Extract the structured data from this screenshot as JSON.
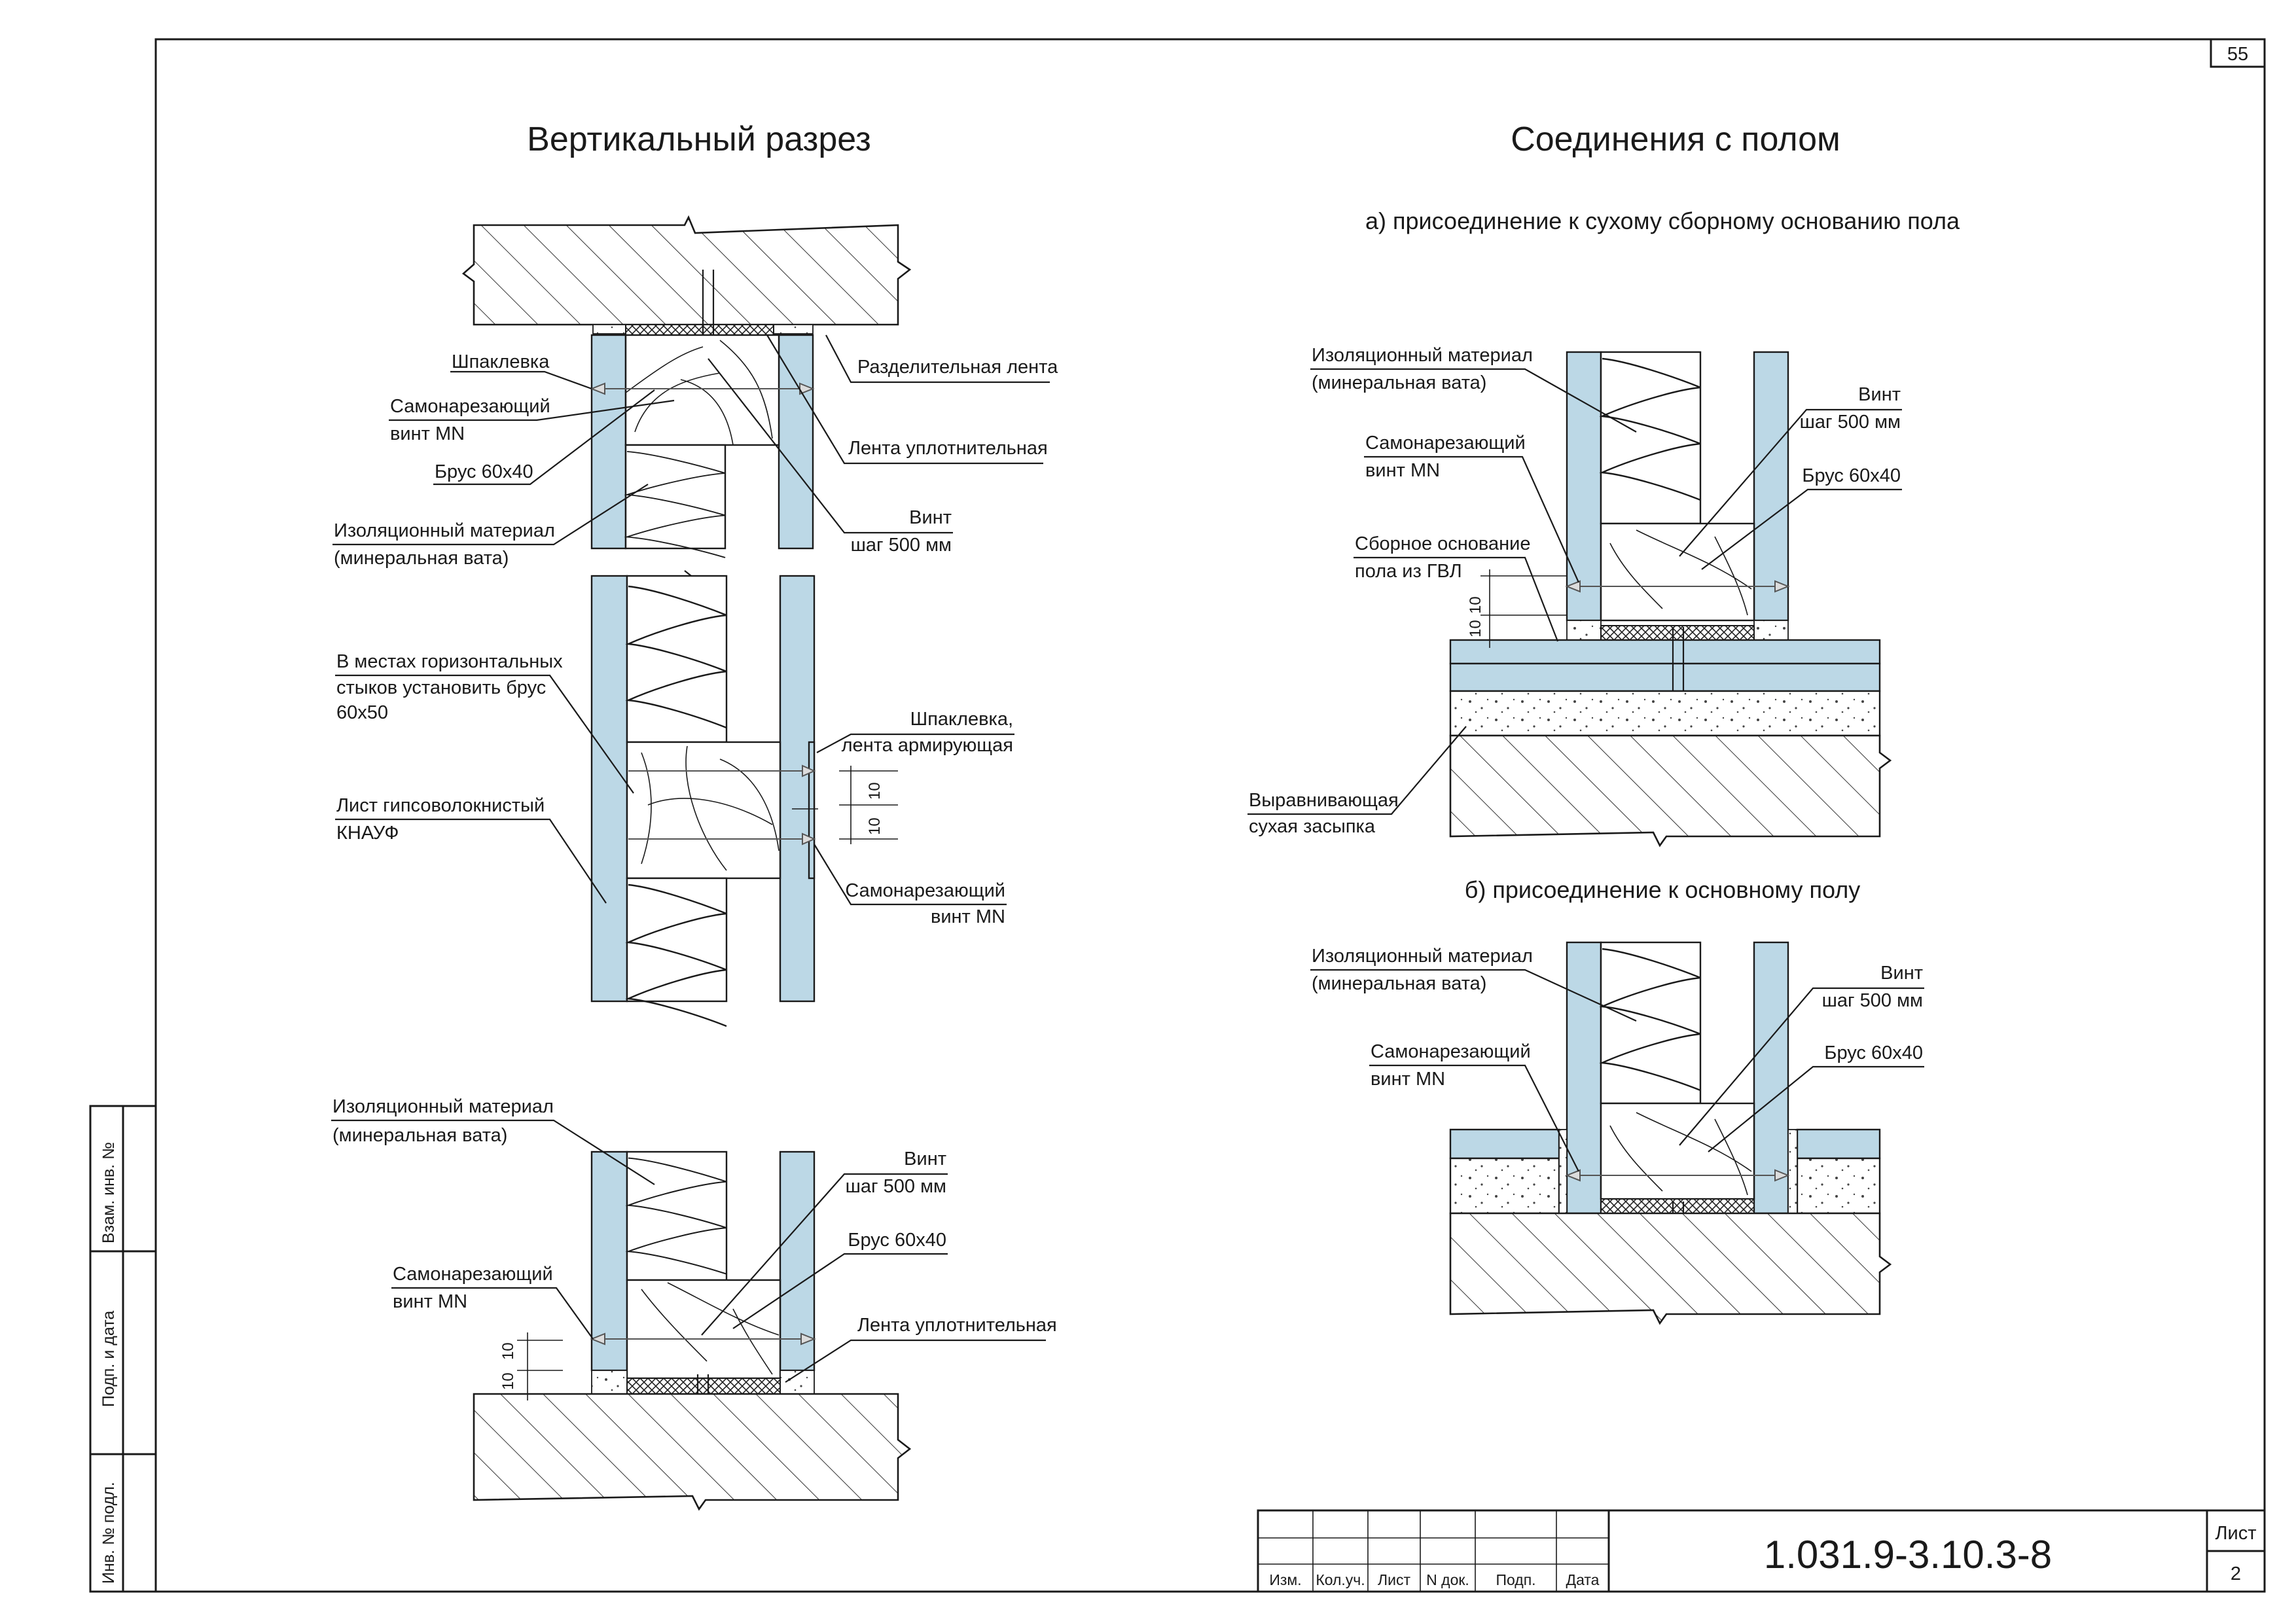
{
  "sheet": {
    "page_number": "55",
    "code": "1.031.9-3.10.3-8",
    "list_label": "Лист",
    "list_number": "2"
  },
  "side_stamp": [
    "Инв. № подл.",
    "Подп. и дата",
    "Взам. инв. №"
  ],
  "title_block": [
    "Изм.",
    "Кол.уч.",
    "Лист",
    "N док.",
    "Подп.",
    "Дата"
  ],
  "left": {
    "title": "Вертикальный разрез",
    "top_labels": {
      "putty": "Шпаклевка",
      "screw_1": "Самонарезающий",
      "screw_2": "винт MN",
      "bar": "Брус 60х40",
      "insul_1": "Изоляционный материал",
      "insul_2": "(минеральная вата)",
      "sep_tape": "Разделительная лента",
      "seal_tape": "Лента уплотнительная",
      "vint_1": "Винт",
      "vint_2": "шаг 500 мм"
    },
    "mid_labels": {
      "joint_1": "В местах горизонтальных",
      "joint_2": "стыков установить брус",
      "joint_3": "60х50",
      "sheet_1": "Лист гипсоволокнистый",
      "sheet_2": "КНАУФ",
      "putty_1": "Шпаклевка,",
      "putty_2": "лента армирующая",
      "screw_1": "Самонарезающий",
      "screw_2": "винт MN",
      "dim_a": "10",
      "dim_b": "10"
    },
    "bottom_labels": {
      "insul_1": "Изоляционный материал",
      "insul_2": "(минеральная вата)",
      "vint_1": "Винт",
      "vint_2": "шаг 500 мм",
      "bar": "Брус 60х40",
      "screw_1": "Самонарезающий",
      "screw_2": "винт MN",
      "seal_tape": "Лента уплотнительная",
      "dim_a": "10",
      "dim_b": "10"
    }
  },
  "right": {
    "title": "Соединения с полом",
    "a": {
      "caption": "а) присоединение к сухому сборному основанию пола",
      "insul_1": "Изоляционный материал",
      "insul_2": "(минеральная вата)",
      "screw_1": "Самонарезающий",
      "screw_2": "винт MN",
      "base_1": "Сборное основание",
      "base_2": "пола из ГВЛ",
      "vint_1": "Винт",
      "vint_2": "шаг 500 мм",
      "bar": "Брус 60х40",
      "fill_1": "Выравнивающая",
      "fill_2": "сухая засыпка",
      "dim_a": "10",
      "dim_b": "10"
    },
    "b": {
      "caption": "б) присоединение к основному полу",
      "insul_1": "Изоляционный материал",
      "insul_2": "(минеральная вата)",
      "screw_1": "Самонарезающий",
      "screw_2": "винт MN",
      "vint_1": "Винт",
      "vint_2": "шаг 500 мм",
      "bar": "Брус 60х40"
    }
  }
}
